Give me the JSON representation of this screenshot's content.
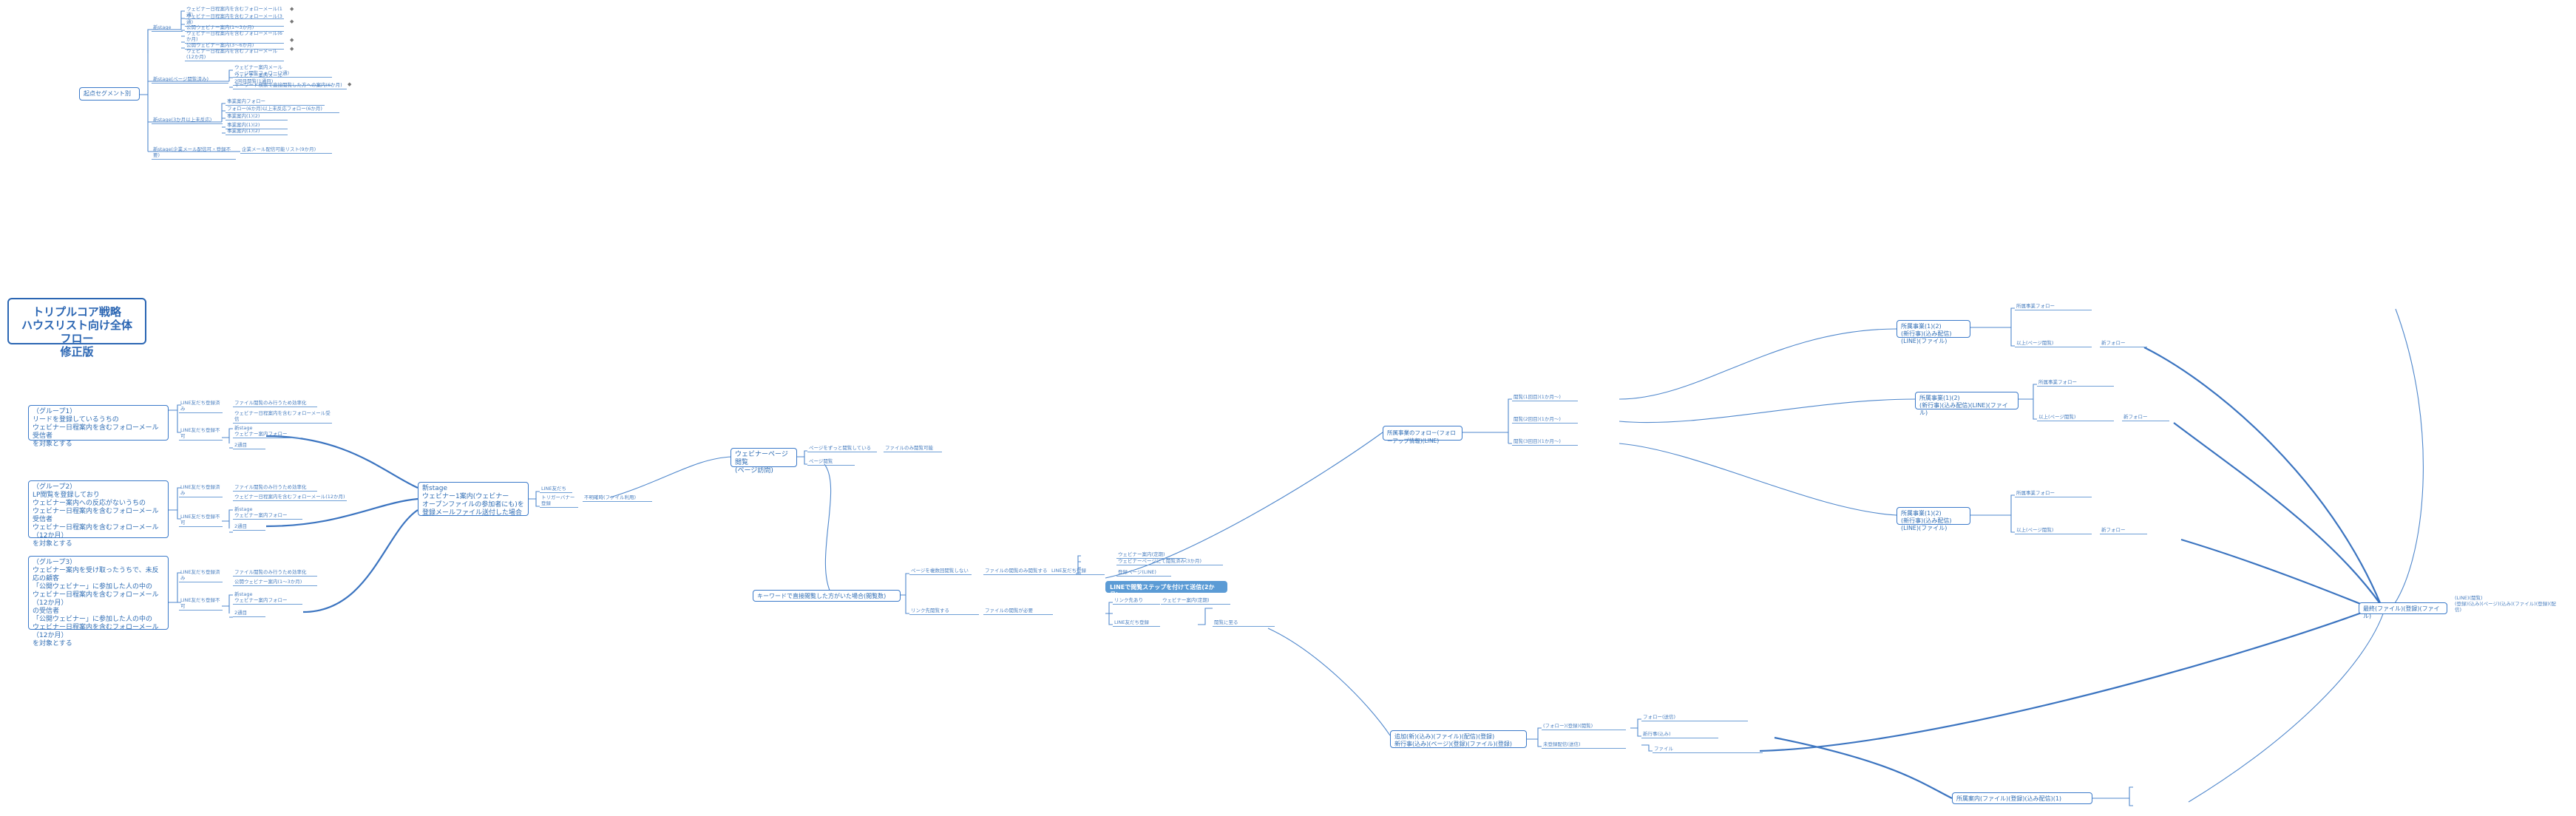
{
  "title": "トリプルコア戦略\nハウスリスト向け全体フロー\n修正版",
  "legend": {
    "root": "起点セグメント別",
    "b1": "新stage",
    "b1_items": [
      "ウェビナー日程案内を含むフォローメール(1通)",
      "ウェビナー日程案内を含むフォローメール(3通)",
      "公開ウェビナー案内(1〜3か月)",
      "ウェビナー日程案内を含むフォローメール(6か月)",
      "公開ウェビナー案内(3〜6か月)",
      "ウェビナー日程案内を含むフォローメール(12か月)"
    ],
    "b2": "新stage(ページ閲覧済み)",
    "b2_items": [
      "ウェビナー案内メール\nページ閲覧フォロー(2通)",
      "ウェビナー案内メール\n2回目閲覧(1通目)",
      "キーワード検索で直接閲覧した方への案内(6か月)"
    ],
    "b3": "新stage(3か月以上未反応)",
    "b3_items": [
      "事業案内フォロー",
      "フォロー(6か月)以上未反応フォロー(6か月)",
      "事業案内(1)(2)",
      "事業案内(1)(2)",
      "事業案内(1)(2)"
    ],
    "b4": "新stage(企業メール配信可・登録不要)",
    "b4_items": [
      "企業メール配信可能リスト(9か月)"
    ]
  },
  "segments": [
    {
      "id": "g1",
      "text": "（グループ1）\nリードを登録しているうちの\nウェビナー日程案内を含むフォローメール受信者\nを対象とする"
    },
    {
      "id": "g2",
      "text": "（グループ2）\nLP閲覧を登録しており\nウェビナー案内への反応がないうちの\nウェビナー日程案内を含むフォローメール受信者\nウェビナー日程案内を含むフォローメール（12か月）\nを対象とする"
    },
    {
      "id": "g3",
      "text": "（グループ3）\nウェビナー案内を受け取ったうちで、未反応の顧客\n「公開ウェビナー」に参加した人の中の\nウェビナー日程案内を含むフォローメール（12か月）\nの受信者\n「公開ウェビナー」に参加した人の中の\nウェビナー日程案内を含むフォローメール（12か月）\nを対象とする"
    }
  ],
  "seg_labels": {
    "g1": [
      "LINE友だち登録済み",
      "ファイル閲覧のみ行うため効率化",
      "LINE友だち登録不可",
      "ウェビナー日程案内を含むフォローメール受信",
      "新stage\nウェビナー案内フォロー",
      "2通目"
    ],
    "g2": [
      "LINE友だち登録済み",
      "ファイル閲覧のみ行うため効率化",
      "LINE友だち登録不可",
      "ウェビナー日程案内を含むフォローメール(12か月)",
      "新stage\nウェビナー案内フォロー",
      "2通目"
    ],
    "g3": [
      "LINE友だち登録済み",
      "ファイル閲覧のみ行うため効率化",
      "LINE友だち登録不可",
      "公開ウェビナー案内(1〜3か月)",
      "新stage\nウェビナー案内フォロー",
      "2通目"
    ]
  },
  "merge_node": "新stage\nウェビナー1案内(ウェビナー\nオープンファイルの参加者にも)を\n登録メールファイル送付した場合",
  "merge_labels": [
    "LINE友だち",
    "トリガーバナー登録",
    "不明確時(ファイル利用)"
  ],
  "webinar_node": "ウェビナーページ閲覧\n(ページ訪問)",
  "webinar_labels": [
    "ページをずっと閲覧している",
    "ファイルのみ閲覧可能",
    "ページ閲覧"
  ],
  "keyword_node": "キーワードで直接閲覧した方がいた場合(閲覧数)",
  "keyword_labels": [
    "ページを複数回閲覧しない",
    "ファイルの閲覧のみ閲覧する",
    "LINE友だち登録"
  ],
  "line_node": "LINEで閲覧ステップを付けて送信(2か月)",
  "line_labels": [
    "ウェビナー案内(定期)",
    "ウェビナーページにて閲覧済み(3か月)",
    "登録ページ(LINE)",
    "リンク先閲覧する",
    "ファイルの閲覧が必要",
    "リンク先あり",
    "ウェビナー案内(定期)",
    "LINE友だち登録",
    "閲覧に至る"
  ],
  "upper_hub": "所属事業のフォロー(フォローアップ情報)(LINE)",
  "upper_labels": [
    "閲覧(1回目)(1か月〜)",
    "閲覧(2回目)(1か月〜)",
    "閲覧(3回目)(1か月〜)"
  ],
  "cases": [
    {
      "text": "所属事業(1)(2)\n(新行事)(込み配信)(LINE)(ファイル)",
      "labels": [
        "所属事業フォロー",
        "以上(ページ閲覧)",
        "新フォロー"
      ]
    },
    {
      "text": "所属事業(1)(2)\n(新行事)(込み配信)(LINE)(ファイル)",
      "labels": [
        "所属事業フォロー",
        "以上(ページ閲覧)",
        "新フォロー"
      ]
    },
    {
      "text": "所属事業(1)(2)\n(新行事)(込み配信)(LINE)(ファイル)",
      "labels": [
        "所属事業フォロー",
        "以上(ページ閲覧)",
        "新フォロー"
      ]
    }
  ],
  "lower_node": "追加(新)(込み)(ファイル)(配信)(登録)\n新行事(込み)(ページ)(登録)(ファイル)(登録)",
  "lower_labels": [
    "(フォロー)(登録)(閲覧)",
    "未登録配信(送信)",
    "フォロー(送信)",
    "新行事(込み)",
    "ファイル"
  ],
  "bottom_node": "所属案内(ファイル)(登録)(込み配信)(1)",
  "final_node": "最終(ファイル)(登録)(ファイル)",
  "final_label": "(LINE)(閲覧)\n(登録)(込み)(ページ)(込み)(ファイル)(登録)(配信)"
}
